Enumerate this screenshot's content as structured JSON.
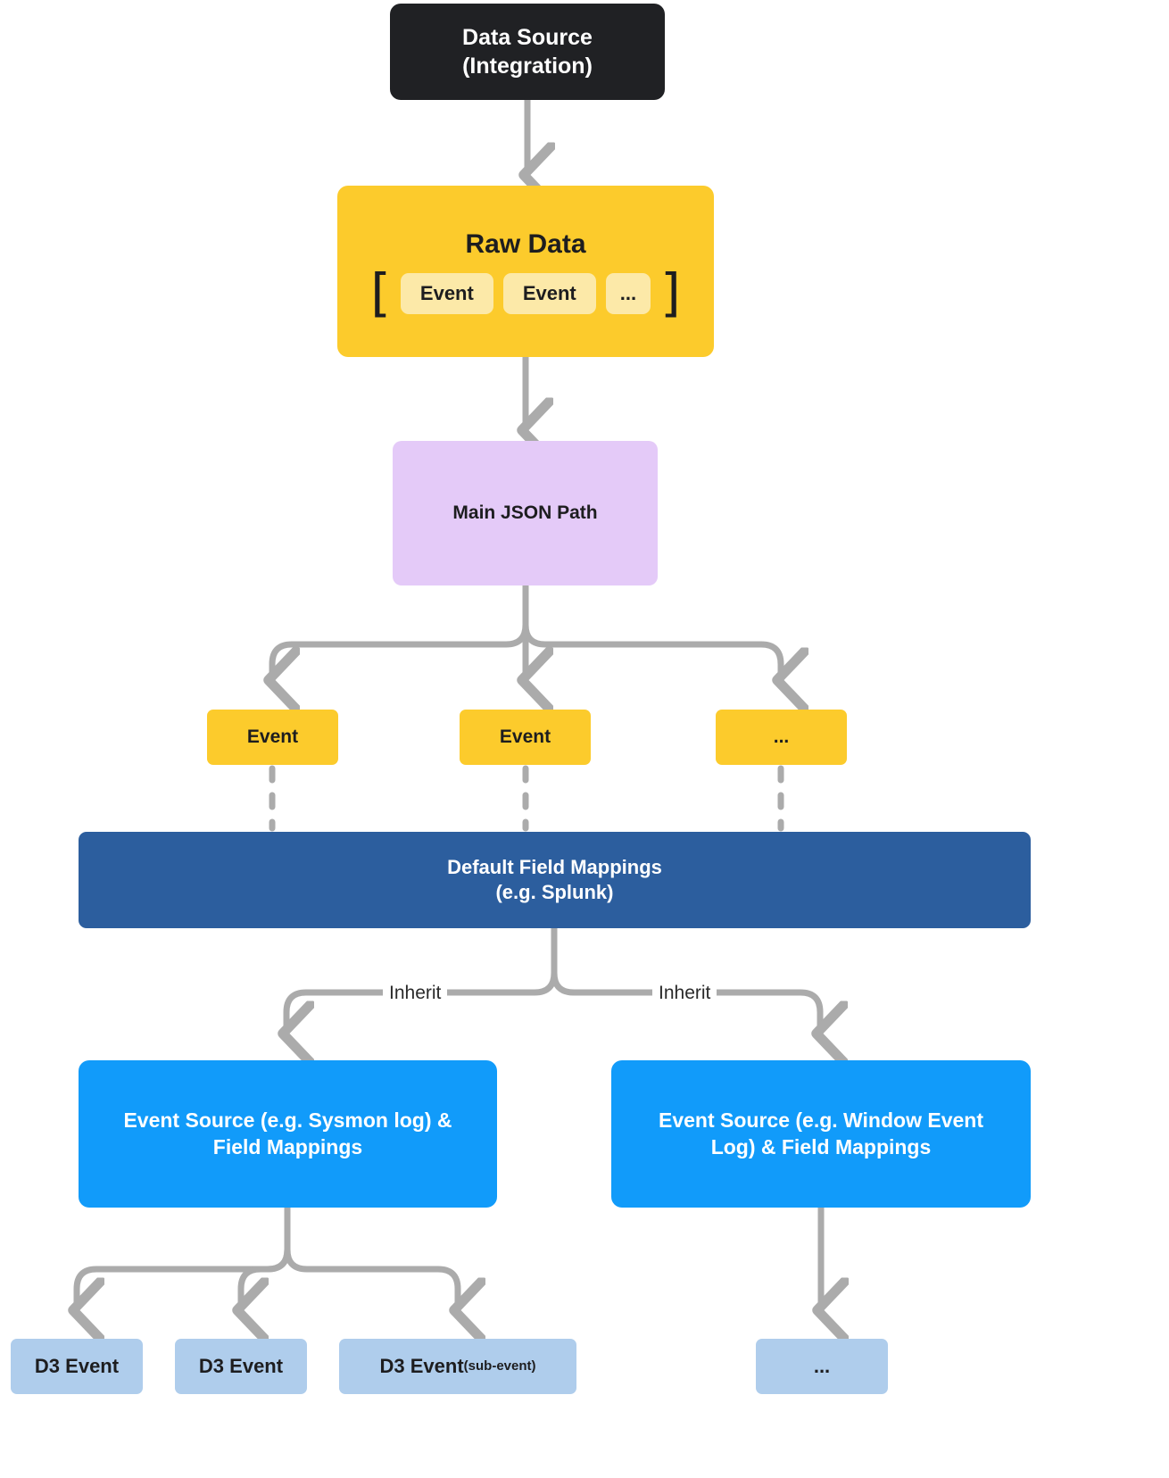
{
  "diagram": {
    "title": "Data ingestion and field-mapping pipeline",
    "colors": {
      "source_dark": "#202124",
      "raw_yellow": "#FCCB2C",
      "chip_yellow": "#FCE9A8",
      "json_purple": "#E4CAF8",
      "default_blue": "#2C5E9E",
      "source_blue": "#119BFA",
      "d3_blue": "#AFCDEC",
      "edge_gray": "#ABABAB",
      "text_dark": "#1d1d1f",
      "text_light": "#ffffff"
    },
    "nodes": {
      "data_source": {
        "line1": "Data Source",
        "line2": "(Integration)"
      },
      "raw_data": {
        "title": "Raw Data",
        "open_bracket": "[",
        "close_bracket": "]",
        "chips": [
          "Event",
          "Event",
          "..."
        ]
      },
      "main_json_path": {
        "label": "Main JSON Path"
      },
      "events": [
        "Event",
        "Event",
        "..."
      ],
      "default_field_mappings": {
        "line1": "Default Field Mappings",
        "line2": "(e.g. Splunk)"
      },
      "event_source_left": {
        "line1": "Event Source (e.g. Sysmon log) &",
        "line2": "Field Mappings"
      },
      "event_source_right": {
        "line1": "Event Source (e.g. Window Event",
        "line2": "Log) & Field Mappings"
      },
      "d3_events_left": [
        {
          "label": "D3 Event",
          "suffix": ""
        },
        {
          "label": "D3 Event",
          "suffix": ""
        },
        {
          "label": "D3 Event",
          "suffix": "(sub-event)"
        }
      ],
      "d3_events_right": [
        {
          "label": "...",
          "suffix": ""
        }
      ]
    },
    "edge_labels": {
      "inherit_left": "Inherit",
      "inherit_right": "Inherit"
    }
  }
}
